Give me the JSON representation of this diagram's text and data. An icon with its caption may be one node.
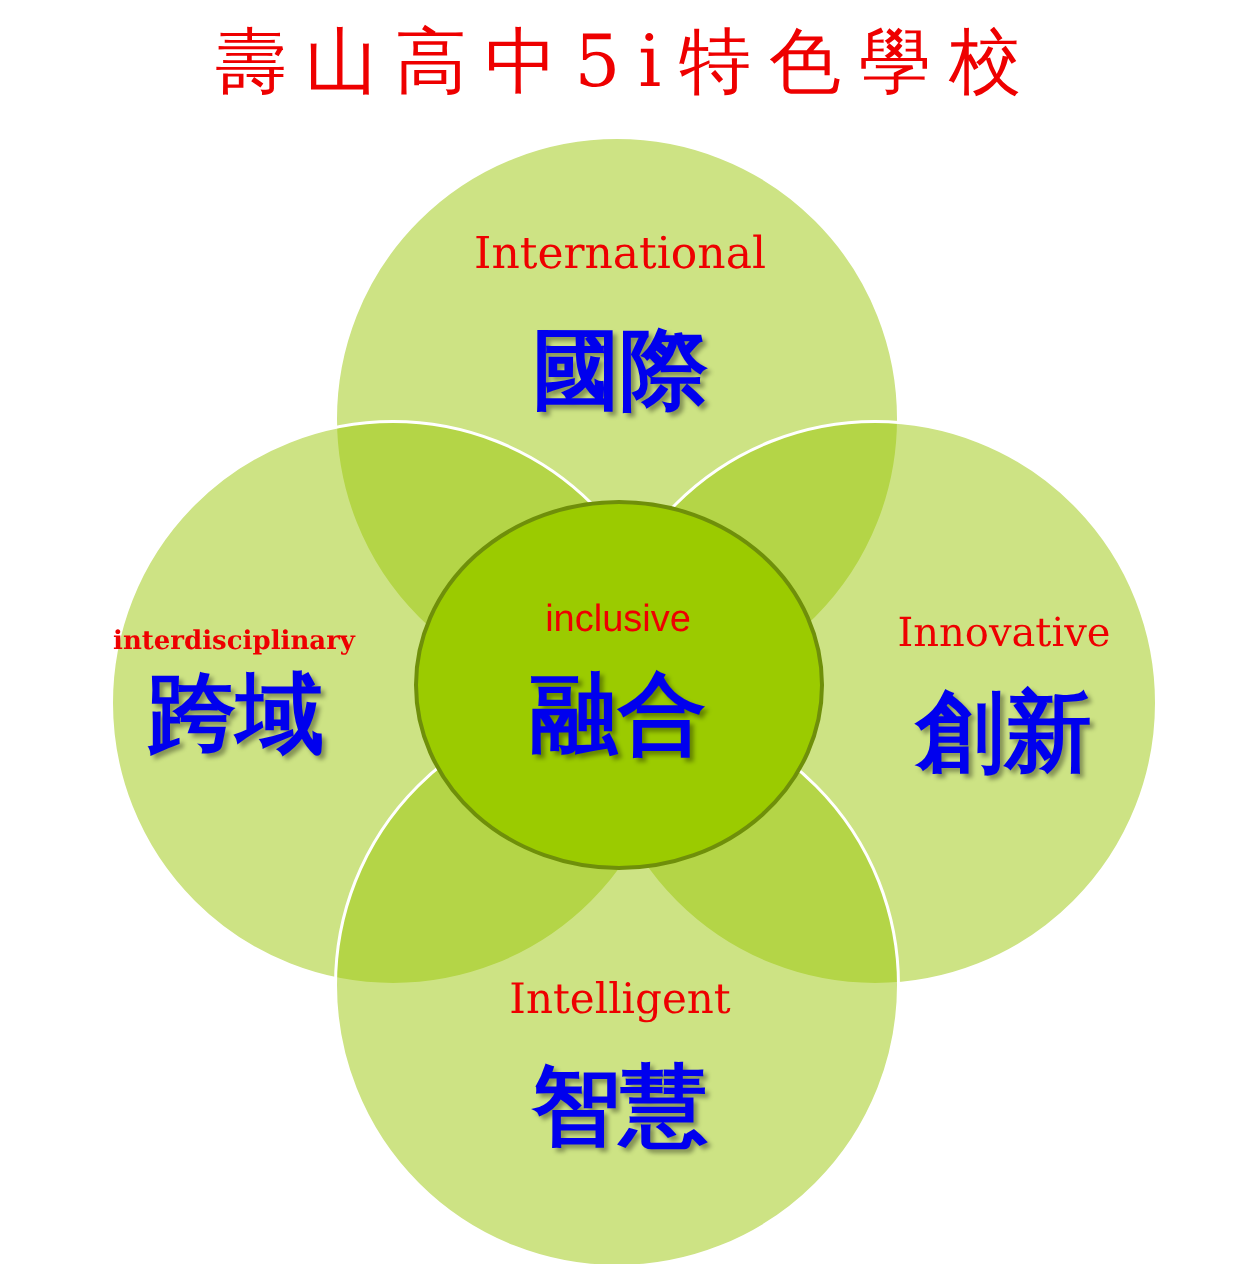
{
  "diagram": {
    "title": "壽山高中5i特色學校",
    "nodes": [
      {
        "text": [
          "International",
          "國際"
        ]
      },
      {
        "text": [
          "interdisciplinary",
          "跨域"
        ]
      },
      {
        "text": [
          "inclusive",
          "融合"
        ]
      },
      {
        "text": [
          "Innovative",
          "創新"
        ]
      },
      {
        "text": [
          "Intelligent",
          "智慧"
        ]
      }
    ]
  }
}
